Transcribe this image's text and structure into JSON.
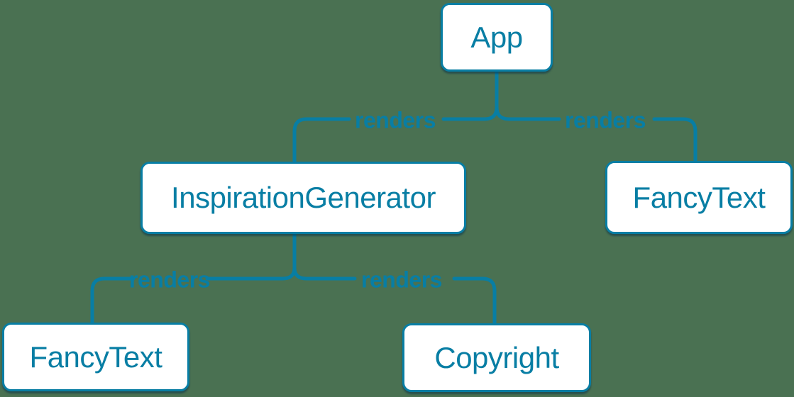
{
  "colors": {
    "accent": "#087ea4",
    "background": "#4a7152",
    "box_fill": "#ffffff"
  },
  "diagram": {
    "type": "component-render-tree",
    "nodes": [
      {
        "id": "app",
        "label": "App"
      },
      {
        "id": "inspiration-generator",
        "label": "InspirationGenerator"
      },
      {
        "id": "fancy-text-right",
        "label": "FancyText"
      },
      {
        "id": "fancy-text-left",
        "label": "FancyText"
      },
      {
        "id": "copyright",
        "label": "Copyright"
      }
    ],
    "edges": [
      {
        "from": "App",
        "to": "InspirationGenerator",
        "label": "renders"
      },
      {
        "from": "App",
        "to": "FancyText",
        "label": "renders"
      },
      {
        "from": "InspirationGenerator",
        "to": "FancyText",
        "label": "renders"
      },
      {
        "from": "InspirationGenerator",
        "to": "Copyright",
        "label": "renders"
      }
    ]
  }
}
